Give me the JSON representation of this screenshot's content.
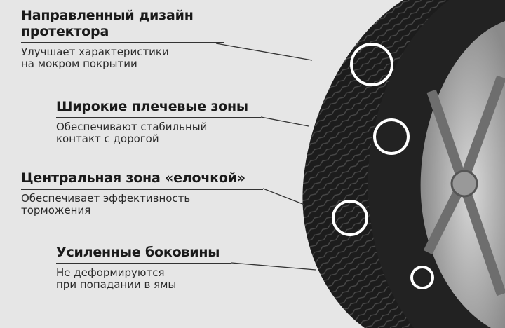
{
  "features": [
    {
      "title": "Направленный дизайн протектора",
      "title_line1": "Направленный дизайн",
      "title_line2": "протектора",
      "desc_line1": "Улучшает характеристики",
      "desc_line2": "на мокром покрытии"
    },
    {
      "title": "Широкие плечевые зоны",
      "desc_line1": "Обеспечивают стабильный",
      "desc_line2": "контакт с дорогой"
    },
    {
      "title": "Центральная зона «елочкой»",
      "desc_line1": "Обеспечивает эффективность",
      "desc_line2": "торможения"
    },
    {
      "title": "Усиленные боковины",
      "desc_line1": "Не деформируются",
      "desc_line2": "при попадании в ямы"
    }
  ],
  "colors": {
    "background": "#e6e6e6",
    "text": "#1a1a1a",
    "tire": "#1c1c1c",
    "rim": "#b8b8b8",
    "marker": "#ffffff"
  }
}
